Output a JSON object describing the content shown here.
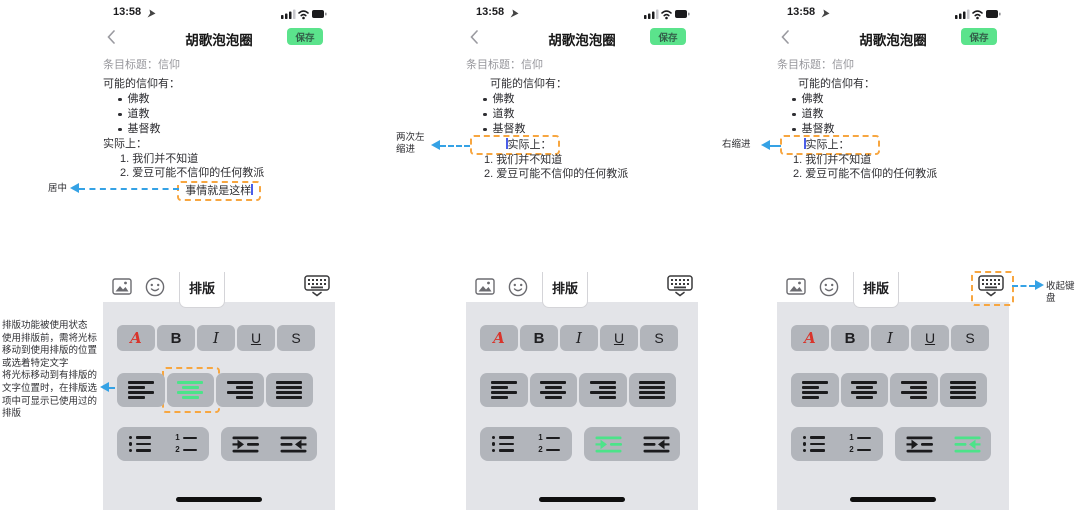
{
  "status_bar": {
    "time": "13:58"
  },
  "nav": {
    "title": "胡歌泡泡圈",
    "save_label": "保存"
  },
  "editor": {
    "entry_label": "条目标题：信仰",
    "beliefs_heading": "可能的信仰有：",
    "beliefs": [
      "佛教",
      "道教",
      "基督教"
    ],
    "actually_line": "实际上：",
    "numbered": [
      "1. 我们并不知道",
      "2. 爱豆可能不信仰的任何教派"
    ],
    "final_line": "事情就是这样"
  },
  "annotations": {
    "center": "居中",
    "double_left_indent": "两次左缩进",
    "right_indent": "右缩进",
    "collapse_keyboard": "收起键盘",
    "panel_usage_note": "排版功能被使用状态\n使用排版前，需将光标移动到使用排版的位置或选着特定文字\n将光标移动到有排版的文字位置时，在排版选项中可显示已使用过的排版"
  },
  "format_panel": {
    "tab_label": "排版",
    "clear_format_label": "A",
    "bold_label": "B",
    "italic_label": "I",
    "underline_label": "U",
    "strikethrough_label": "S",
    "ol_digits": [
      "1",
      "2"
    ]
  },
  "colors": {
    "save_green": "#5BE38C",
    "active_green": "#4CE389",
    "annotation_orange": "#F7A640",
    "annotation_blue": "#35A2E5",
    "clear_format_red": "#D9342B",
    "panel_bg": "#E3E4E8",
    "button_bg": "#B2B5BB"
  }
}
